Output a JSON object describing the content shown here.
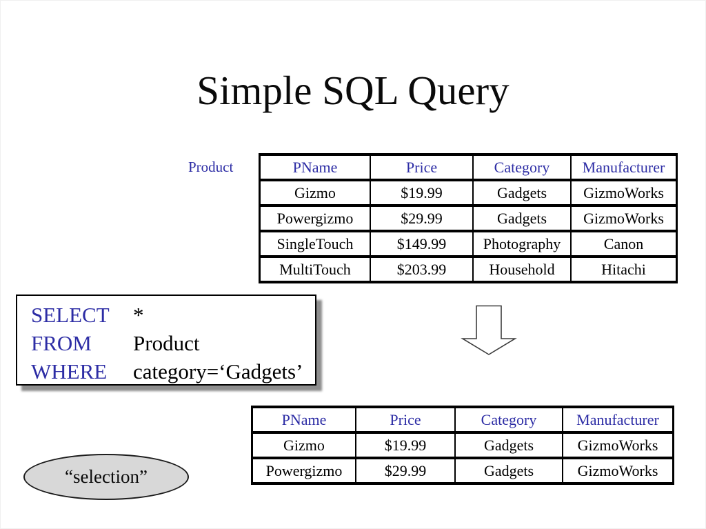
{
  "slide": {
    "title": "Simple SQL Query"
  },
  "colors": {
    "accent_blue": "#2D2DA5",
    "table_border": "#000000",
    "ellipse_fill": "#D8D8D8",
    "box_shadow_gray": "#8E8E8E"
  },
  "product_table": {
    "label": "Product",
    "headers": [
      "PName",
      "Price",
      "Category",
      "Manufacturer"
    ],
    "rows": [
      [
        "Gizmo",
        "$19.99",
        "Gadgets",
        "GizmoWorks"
      ],
      [
        "Powergizmo",
        "$29.99",
        "Gadgets",
        "GizmoWorks"
      ],
      [
        "SingleTouch",
        "$149.99",
        "Photography",
        "Canon"
      ],
      [
        "MultiTouch",
        "$203.99",
        "Household",
        "Hitachi"
      ]
    ]
  },
  "sql_query": {
    "lines": [
      {
        "keyword": "SELECT",
        "operand": "*"
      },
      {
        "keyword": "FROM",
        "operand": "Product"
      },
      {
        "keyword": "WHERE",
        "operand": "category=‘Gadgets’"
      }
    ]
  },
  "result_table": {
    "headers": [
      "PName",
      "Price",
      "Category",
      "Manufacturer"
    ],
    "rows": [
      [
        "Gizmo",
        "$19.99",
        "Gadgets",
        "GizmoWorks"
      ],
      [
        "Powergizmo",
        "$29.99",
        "Gadgets",
        "GizmoWorks"
      ]
    ]
  },
  "annotation": {
    "label": "“selection”"
  }
}
